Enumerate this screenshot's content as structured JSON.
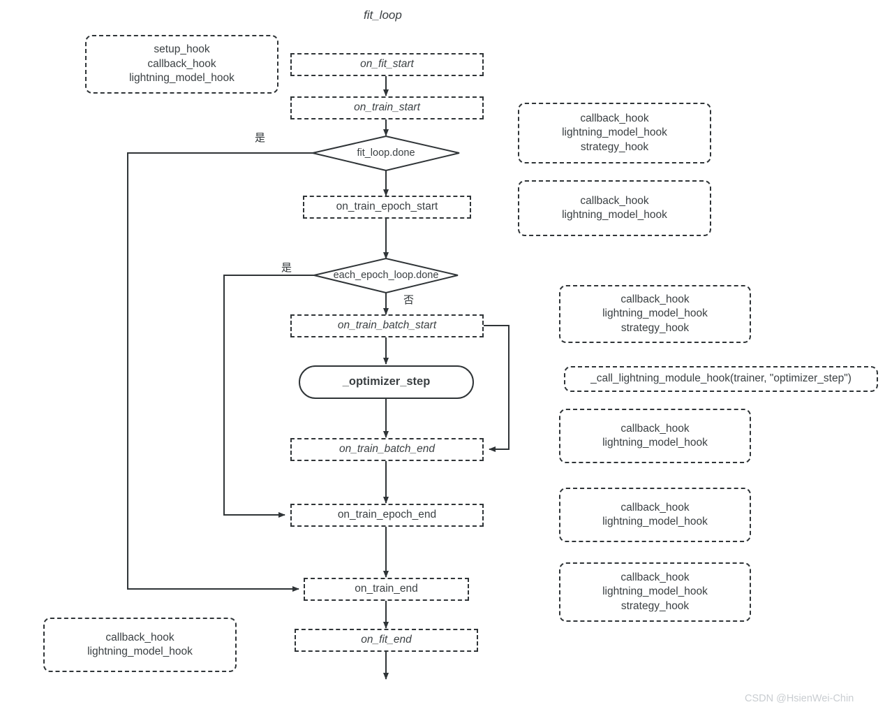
{
  "title": "fit_loop",
  "watermark": "CSDN @HsienWei-Chin",
  "branch_labels": {
    "yes": "是",
    "no": "否"
  },
  "flow_nodes": [
    {
      "id": "on_fit_start",
      "label": "on_fit_start",
      "shape": "dashed-rect",
      "italic": true
    },
    {
      "id": "on_train_start",
      "label": "on_train_start",
      "shape": "dashed-rect",
      "italic": true
    },
    {
      "id": "fit_loop_done",
      "label": "fit_loop.done",
      "shape": "diamond",
      "italic": false
    },
    {
      "id": "on_train_epoch_start",
      "label": "on_train_epoch_start",
      "shape": "dashed-rect",
      "italic": false
    },
    {
      "id": "each_epoch_loop_done",
      "label": "each_epoch_loop.done",
      "shape": "diamond",
      "italic": false
    },
    {
      "id": "on_train_batch_start",
      "label": "on_train_batch_start",
      "shape": "dashed-rect",
      "italic": true
    },
    {
      "id": "optimizer_step",
      "label": "_optimizer_step",
      "shape": "rounded-bold",
      "italic": false
    },
    {
      "id": "on_train_batch_end",
      "label": "on_train_batch_end",
      "shape": "dashed-rect",
      "italic": true
    },
    {
      "id": "on_train_epoch_end",
      "label": "on_train_epoch_end",
      "shape": "dashed-rect",
      "italic": false
    },
    {
      "id": "on_train_end",
      "label": "on_train_end",
      "shape": "dashed-rect",
      "italic": false
    },
    {
      "id": "on_fit_end",
      "label": "on_fit_end",
      "shape": "dashed-rect",
      "italic": true
    }
  ],
  "annotations": [
    {
      "id": "ann_setup",
      "lines": [
        "setup_hook",
        "callback_hook",
        "lightning_model_hook"
      ]
    },
    {
      "id": "ann_train_start",
      "lines": [
        "callback_hook",
        "lightning_model_hook",
        "strategy_hook"
      ]
    },
    {
      "id": "ann_epoch_start",
      "lines": [
        "callback_hook",
        "lightning_model_hook"
      ]
    },
    {
      "id": "ann_batch_start",
      "lines": [
        "callback_hook",
        "lightning_model_hook",
        "strategy_hook"
      ]
    },
    {
      "id": "ann_optimizer",
      "lines": [
        "_call_lightning_module_hook(trainer, \"optimizer_step\")"
      ]
    },
    {
      "id": "ann_batch_end",
      "lines": [
        "callback_hook",
        "lightning_model_hook"
      ]
    },
    {
      "id": "ann_epoch_end",
      "lines": [
        "callback_hook",
        "lightning_model_hook"
      ]
    },
    {
      "id": "ann_train_end",
      "lines": [
        "callback_hook",
        "lightning_model_hook",
        "strategy_hook"
      ]
    },
    {
      "id": "ann_fit_end",
      "lines": [
        "callback_hook",
        "lightning_model_hook"
      ]
    }
  ],
  "colors": {
    "stroke": "#2f3437",
    "text": "#3b4043",
    "background": "#ffffff",
    "watermark": "#c9cdd1"
  }
}
